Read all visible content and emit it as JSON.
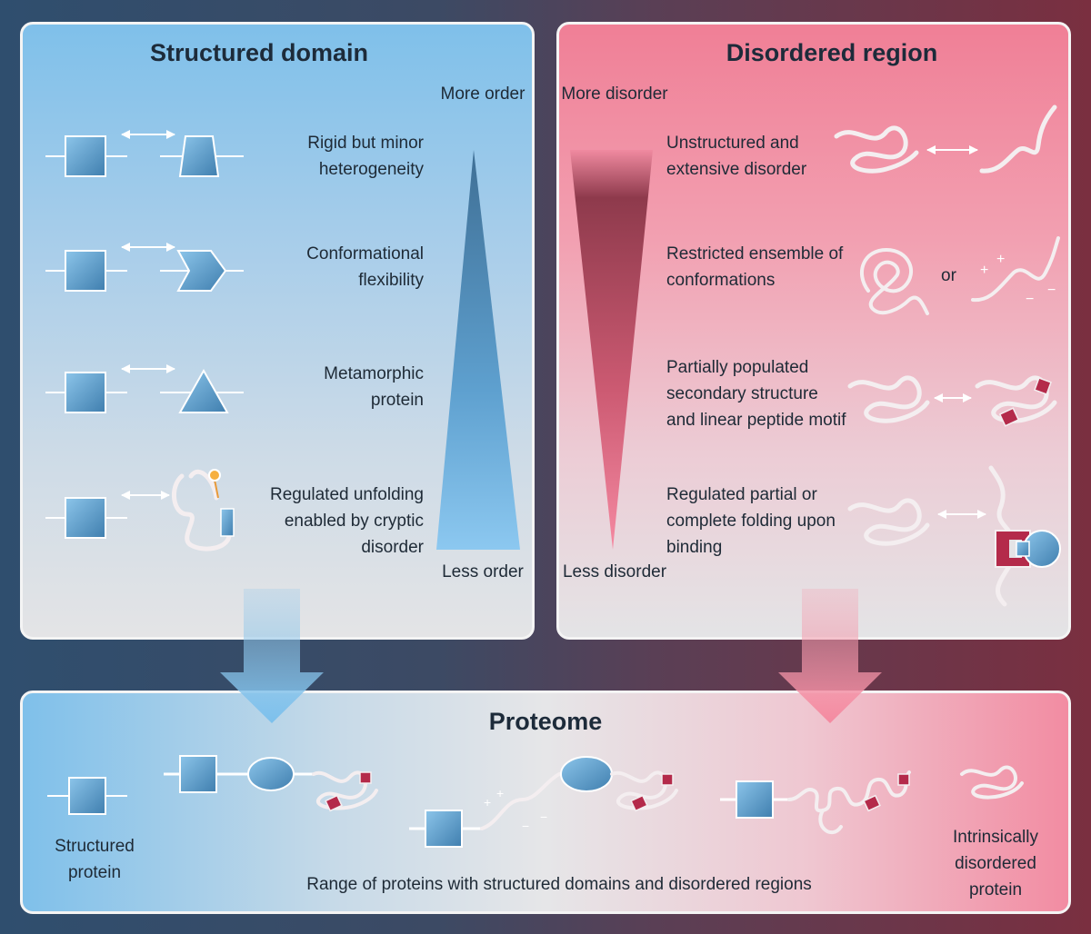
{
  "structured": {
    "title": "Structured domain",
    "scale_top": "More order",
    "scale_bottom": "Less order",
    "rows": [
      {
        "label": "Rigid but minor heterogeneity",
        "icon": "square-to-trapezoid"
      },
      {
        "label": "Conformational flexibility",
        "icon": "square-to-chevron"
      },
      {
        "label": "Metamorphic protein",
        "icon": "square-to-triangle"
      },
      {
        "label": "Regulated unfolding enabled by cryptic disorder",
        "icon": "square-to-unfolded-chain"
      }
    ]
  },
  "disordered": {
    "title": "Disordered region",
    "scale_top": "More disorder",
    "scale_bottom": "Less disorder",
    "or_text": "or",
    "plus": "+",
    "minus": "−",
    "rows": [
      {
        "label": "Unstructured and extensive disorder"
      },
      {
        "label": "Restricted ensemble of conformations"
      },
      {
        "label": "Partially populated secondary structure and linear peptide motif"
      },
      {
        "label": "Regulated partial or complete folding upon binding"
      }
    ]
  },
  "proteome": {
    "title": "Proteome",
    "left_label": "Structured protein",
    "right_label": "Intrinsically disordered protein",
    "caption": "Range of proteins with structured domains and disordered regions"
  },
  "colors": {
    "blue": "#7fc0ea",
    "pink": "#f07f96",
    "domain_fill": "#4f90bf",
    "chain": "#f4eef0",
    "binder": "#b42a4a"
  }
}
